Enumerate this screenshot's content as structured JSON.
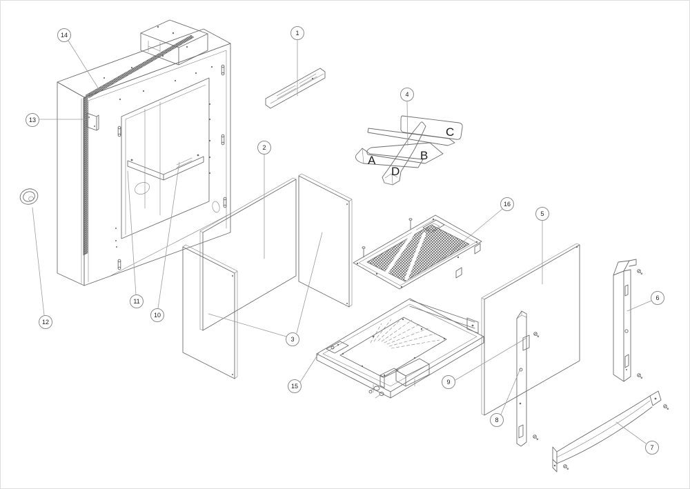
{
  "figure": {
    "background": "#ffffff",
    "line_color": "#6a6a6a",
    "leader_color": "#9a9a9a",
    "balloon_border": "#8a8a8a",
    "text_color": "#1a1a1a"
  },
  "callouts": [
    {
      "label": "1"
    },
    {
      "label": "2"
    },
    {
      "label": "3"
    },
    {
      "label": "4"
    },
    {
      "label": "5"
    },
    {
      "label": "6"
    },
    {
      "label": "7"
    },
    {
      "label": "8"
    },
    {
      "label": "9"
    },
    {
      "label": "10"
    },
    {
      "label": "11"
    },
    {
      "label": "12"
    },
    {
      "label": "13"
    },
    {
      "label": "14"
    },
    {
      "label": "15"
    },
    {
      "label": "16"
    }
  ],
  "log_labels": [
    {
      "label": "A"
    },
    {
      "label": "B"
    },
    {
      "label": "C"
    },
    {
      "label": "D"
    }
  ]
}
